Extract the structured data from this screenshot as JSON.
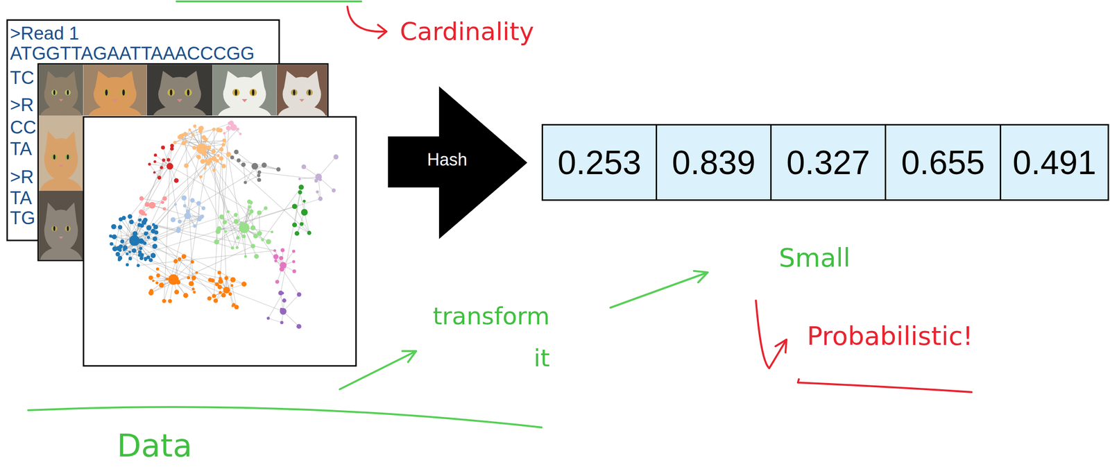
{
  "diagram": {
    "nodes": [
      {
        "text": [
          ">Read 1",
          "ATGGTTAGAATTAAACCCGG",
          "TC",
          ">R",
          "CC",
          "TA",
          ">R",
          "TA",
          "TG"
        ]
      },
      {
        "text": [
          "Hash"
        ]
      },
      {
        "text": [
          "0.253"
        ]
      },
      {
        "text": [
          "0.839"
        ]
      },
      {
        "text": [
          "0.327"
        ]
      },
      {
        "text": [
          "0.655"
        ]
      },
      {
        "text": [
          "0.491"
        ]
      }
    ],
    "labels": [
      "Cardinality",
      "transform it",
      "Small",
      "Probabilistic!",
      "Data"
    ]
  }
}
